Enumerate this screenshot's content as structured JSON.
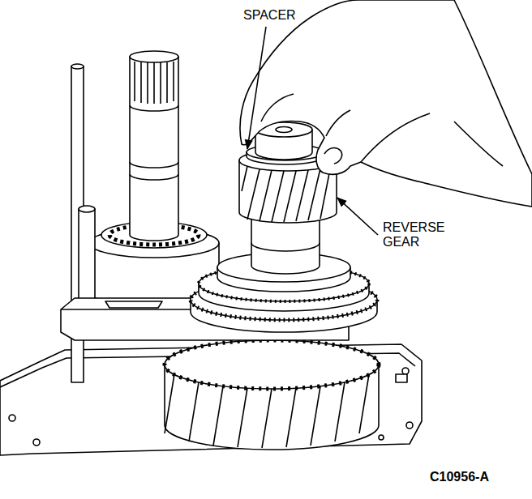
{
  "diagram": {
    "labels": [
      "SPACER",
      "REVERSE GEAR",
      "C10956-A"
    ]
  }
}
